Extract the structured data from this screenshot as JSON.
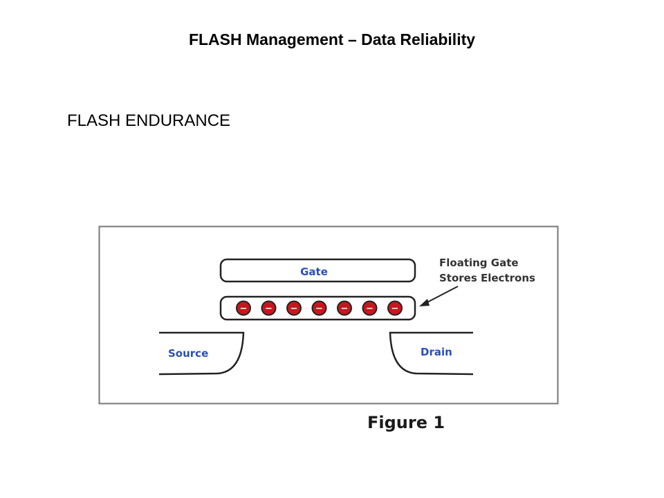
{
  "slide": {
    "title": "FLASH Management – Data Reliability",
    "subtitle": "FLASH ENDURANCE"
  },
  "diagram": {
    "gate_label": "Gate",
    "callout_line1": "Floating Gate",
    "callout_line2": "Stores Electrons",
    "source_label": "Source",
    "drain_label": "Drain",
    "electron_symbol": "−",
    "electron_count": 7,
    "caption": "Figure 1",
    "colors": {
      "label_blue": "#2a4fb5",
      "electron_red": "#c8161d",
      "outline": "#222222",
      "frame": "#777777"
    }
  }
}
